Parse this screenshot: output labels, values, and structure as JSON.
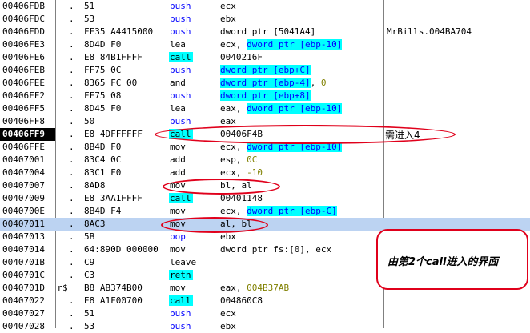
{
  "rows": [
    {
      "addr": "00406FDB",
      "mark": "",
      "dot": ".",
      "hex": "51",
      "mn": "push",
      "ops": [
        {
          "t": "ecx"
        }
      ],
      "cmt": ""
    },
    {
      "addr": "00406FDC",
      "mark": "",
      "dot": ".",
      "hex": "53",
      "mn": "push",
      "ops": [
        {
          "t": "ebx"
        }
      ],
      "cmt": ""
    },
    {
      "addr": "00406FDD",
      "mark": "",
      "dot": ".",
      "hex": "FF35 A4415000",
      "mn": "push",
      "ops": [
        {
          "t": "dword ptr [5041A4]"
        }
      ],
      "cmt": "MrBills.004BA704"
    },
    {
      "addr": "00406FE3",
      "mark": "",
      "dot": ".",
      "hex": "8D4D F0",
      "mn": "lea",
      "ops": [
        {
          "t": "ecx, "
        },
        {
          "t": "dword ptr [ebp-10]",
          "k": "mem"
        }
      ],
      "cmt": ""
    },
    {
      "addr": "00406FE6",
      "mark": "",
      "dot": ".",
      "hex": "E8 84B1FFFF",
      "mn": "call",
      "ops": [
        {
          "t": "0040216F"
        }
      ],
      "cmt": ""
    },
    {
      "addr": "00406FEB",
      "mark": "",
      "dot": ".",
      "hex": "FF75 0C",
      "mn": "push",
      "ops": [
        {
          "t": "dword ptr [ebp+C]",
          "k": "mem"
        }
      ],
      "cmt": ""
    },
    {
      "addr": "00406FEE",
      "mark": "",
      "dot": ".",
      "hex": "8365 FC 00",
      "mn": "and",
      "ops": [
        {
          "t": "dword ptr [ebp-4]",
          "k": "mem"
        },
        {
          "t": ", "
        },
        {
          "t": "0",
          "k": "num"
        }
      ],
      "cmt": ""
    },
    {
      "addr": "00406FF2",
      "mark": "",
      "dot": ".",
      "hex": "FF75 08",
      "mn": "push",
      "ops": [
        {
          "t": "dword ptr [ebp+8]",
          "k": "mem"
        }
      ],
      "cmt": ""
    },
    {
      "addr": "00406FF5",
      "mark": "",
      "dot": ".",
      "hex": "8D45 F0",
      "mn": "lea",
      "ops": [
        {
          "t": "eax, "
        },
        {
          "t": "dword ptr [ebp-10]",
          "k": "mem"
        }
      ],
      "cmt": ""
    },
    {
      "addr": "00406FF8",
      "mark": "",
      "dot": ".",
      "hex": "50",
      "mn": "push",
      "ops": [
        {
          "t": "eax"
        }
      ],
      "cmt": ""
    },
    {
      "addr": "00406FF9",
      "mark": "",
      "dot": ".",
      "hex": "E8 4DFFFFFF",
      "mn": "call",
      "ops": [
        {
          "t": "00406F4B"
        }
      ],
      "cmt": "",
      "hl": true
    },
    {
      "addr": "00406FFE",
      "mark": "",
      "dot": ".",
      "hex": "8B4D F0",
      "mn": "mov",
      "ops": [
        {
          "t": "ecx, "
        },
        {
          "t": "dword ptr [ebp-10]",
          "k": "mem"
        }
      ],
      "cmt": ""
    },
    {
      "addr": "00407001",
      "mark": "",
      "dot": ".",
      "hex": "83C4 0C",
      "mn": "add",
      "ops": [
        {
          "t": "esp, "
        },
        {
          "t": "0C",
          "k": "num"
        }
      ],
      "cmt": ""
    },
    {
      "addr": "00407004",
      "mark": "",
      "dot": ".",
      "hex": "83C1 F0",
      "mn": "add",
      "ops": [
        {
          "t": "ecx, "
        },
        {
          "t": "-10",
          "k": "num"
        }
      ],
      "cmt": ""
    },
    {
      "addr": "00407007",
      "mark": "",
      "dot": ".",
      "hex": "8AD8",
      "mn": "mov",
      "ops": [
        {
          "t": "bl, al"
        }
      ],
      "cmt": ""
    },
    {
      "addr": "00407009",
      "mark": "",
      "dot": ".",
      "hex": "E8 3AA1FFFF",
      "mn": "call",
      "ops": [
        {
          "t": "00401148"
        }
      ],
      "cmt": ""
    },
    {
      "addr": "0040700E",
      "mark": "",
      "dot": ".",
      "hex": "8B4D F4",
      "mn": "mov",
      "ops": [
        {
          "t": "ecx, "
        },
        {
          "t": "dword ptr [ebp-C]",
          "k": "mem"
        }
      ],
      "cmt": ""
    },
    {
      "addr": "00407011",
      "mark": "",
      "dot": ".",
      "hex": "8AC3",
      "mn": "mov",
      "ops": [
        {
          "t": "al, bl"
        }
      ],
      "cmt": "",
      "cur": true
    },
    {
      "addr": "00407013",
      "mark": "",
      "dot": ".",
      "hex": "5B",
      "mn": "pop",
      "ops": [
        {
          "t": "ebx"
        }
      ],
      "cmt": ""
    },
    {
      "addr": "00407014",
      "mark": "",
      "dot": ".",
      "hex": "64:890D 000000",
      "mn": "mov",
      "ops": [
        {
          "t": "dword ptr fs:[0], ecx"
        }
      ],
      "cmt": ""
    },
    {
      "addr": "0040701B",
      "mark": "",
      "dot": ".",
      "hex": "C9",
      "mn": "leave",
      "ops": [],
      "cmt": ""
    },
    {
      "addr": "0040701C",
      "mark": "",
      "dot": ".",
      "hex": "C3",
      "mn": "retn",
      "ops": [],
      "cmt": ""
    },
    {
      "addr": "0040701D",
      "mark": "r$",
      "dot": "",
      "hex": "B8 AB374B00",
      "mn": "mov",
      "ops": [
        {
          "t": "eax, "
        },
        {
          "t": "004B37AB",
          "k": "num"
        }
      ],
      "cmt": ""
    },
    {
      "addr": "00407022",
      "mark": "",
      "dot": ".",
      "hex": "E8 A1F00700",
      "mn": "call",
      "ops": [
        {
          "t": "004860C8"
        }
      ],
      "cmt": ""
    },
    {
      "addr": "00407027",
      "mark": "",
      "dot": ".",
      "hex": "51",
      "mn": "push",
      "ops": [
        {
          "t": "ecx"
        }
      ],
      "cmt": ""
    },
    {
      "addr": "00407028",
      "mark": "",
      "dot": ".",
      "hex": "53",
      "mn": "push",
      "ops": [
        {
          "t": "ebx"
        }
      ],
      "cmt": ""
    }
  ],
  "annotations": {
    "call_note": "需进入4",
    "box_note": "由第2个call进入的界面"
  },
  "colors": {
    "call_highlight": "#00ffff",
    "annotation_red": "#e0001b",
    "current_row": "#bcd3f2"
  }
}
